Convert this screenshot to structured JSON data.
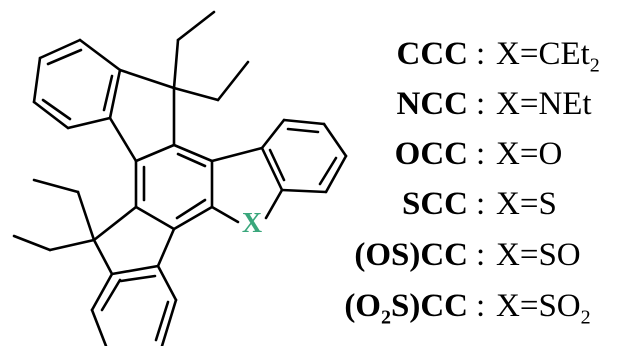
{
  "molecule": {
    "atom_label": "X",
    "atom_label_color": "#3aa77c",
    "bond_color": "#000000"
  },
  "legend": [
    {
      "code_main": "CCC",
      "code_sub": "",
      "code_tail": "",
      "colon": ":",
      "def_main": "X=CEt",
      "def_sub": "2"
    },
    {
      "code_main": "NCC",
      "code_sub": "",
      "code_tail": "",
      "colon": ":",
      "def_main": "X=NEt",
      "def_sub": ""
    },
    {
      "code_main": "OCC",
      "code_sub": "",
      "code_tail": "",
      "colon": ":",
      "def_main": "X=O",
      "def_sub": ""
    },
    {
      "code_main": "SCC",
      "code_sub": "",
      "code_tail": "",
      "colon": ":",
      "def_main": "X=S",
      "def_sub": ""
    },
    {
      "code_main": "(OS)CC",
      "code_sub": "",
      "code_tail": "",
      "colon": ":",
      "def_main": "X=SO",
      "def_sub": ""
    },
    {
      "code_main": "(O",
      "code_sub": "2",
      "code_tail": "S)CC",
      "colon": ":",
      "def_main": "X=SO",
      "def_sub": "2"
    }
  ]
}
